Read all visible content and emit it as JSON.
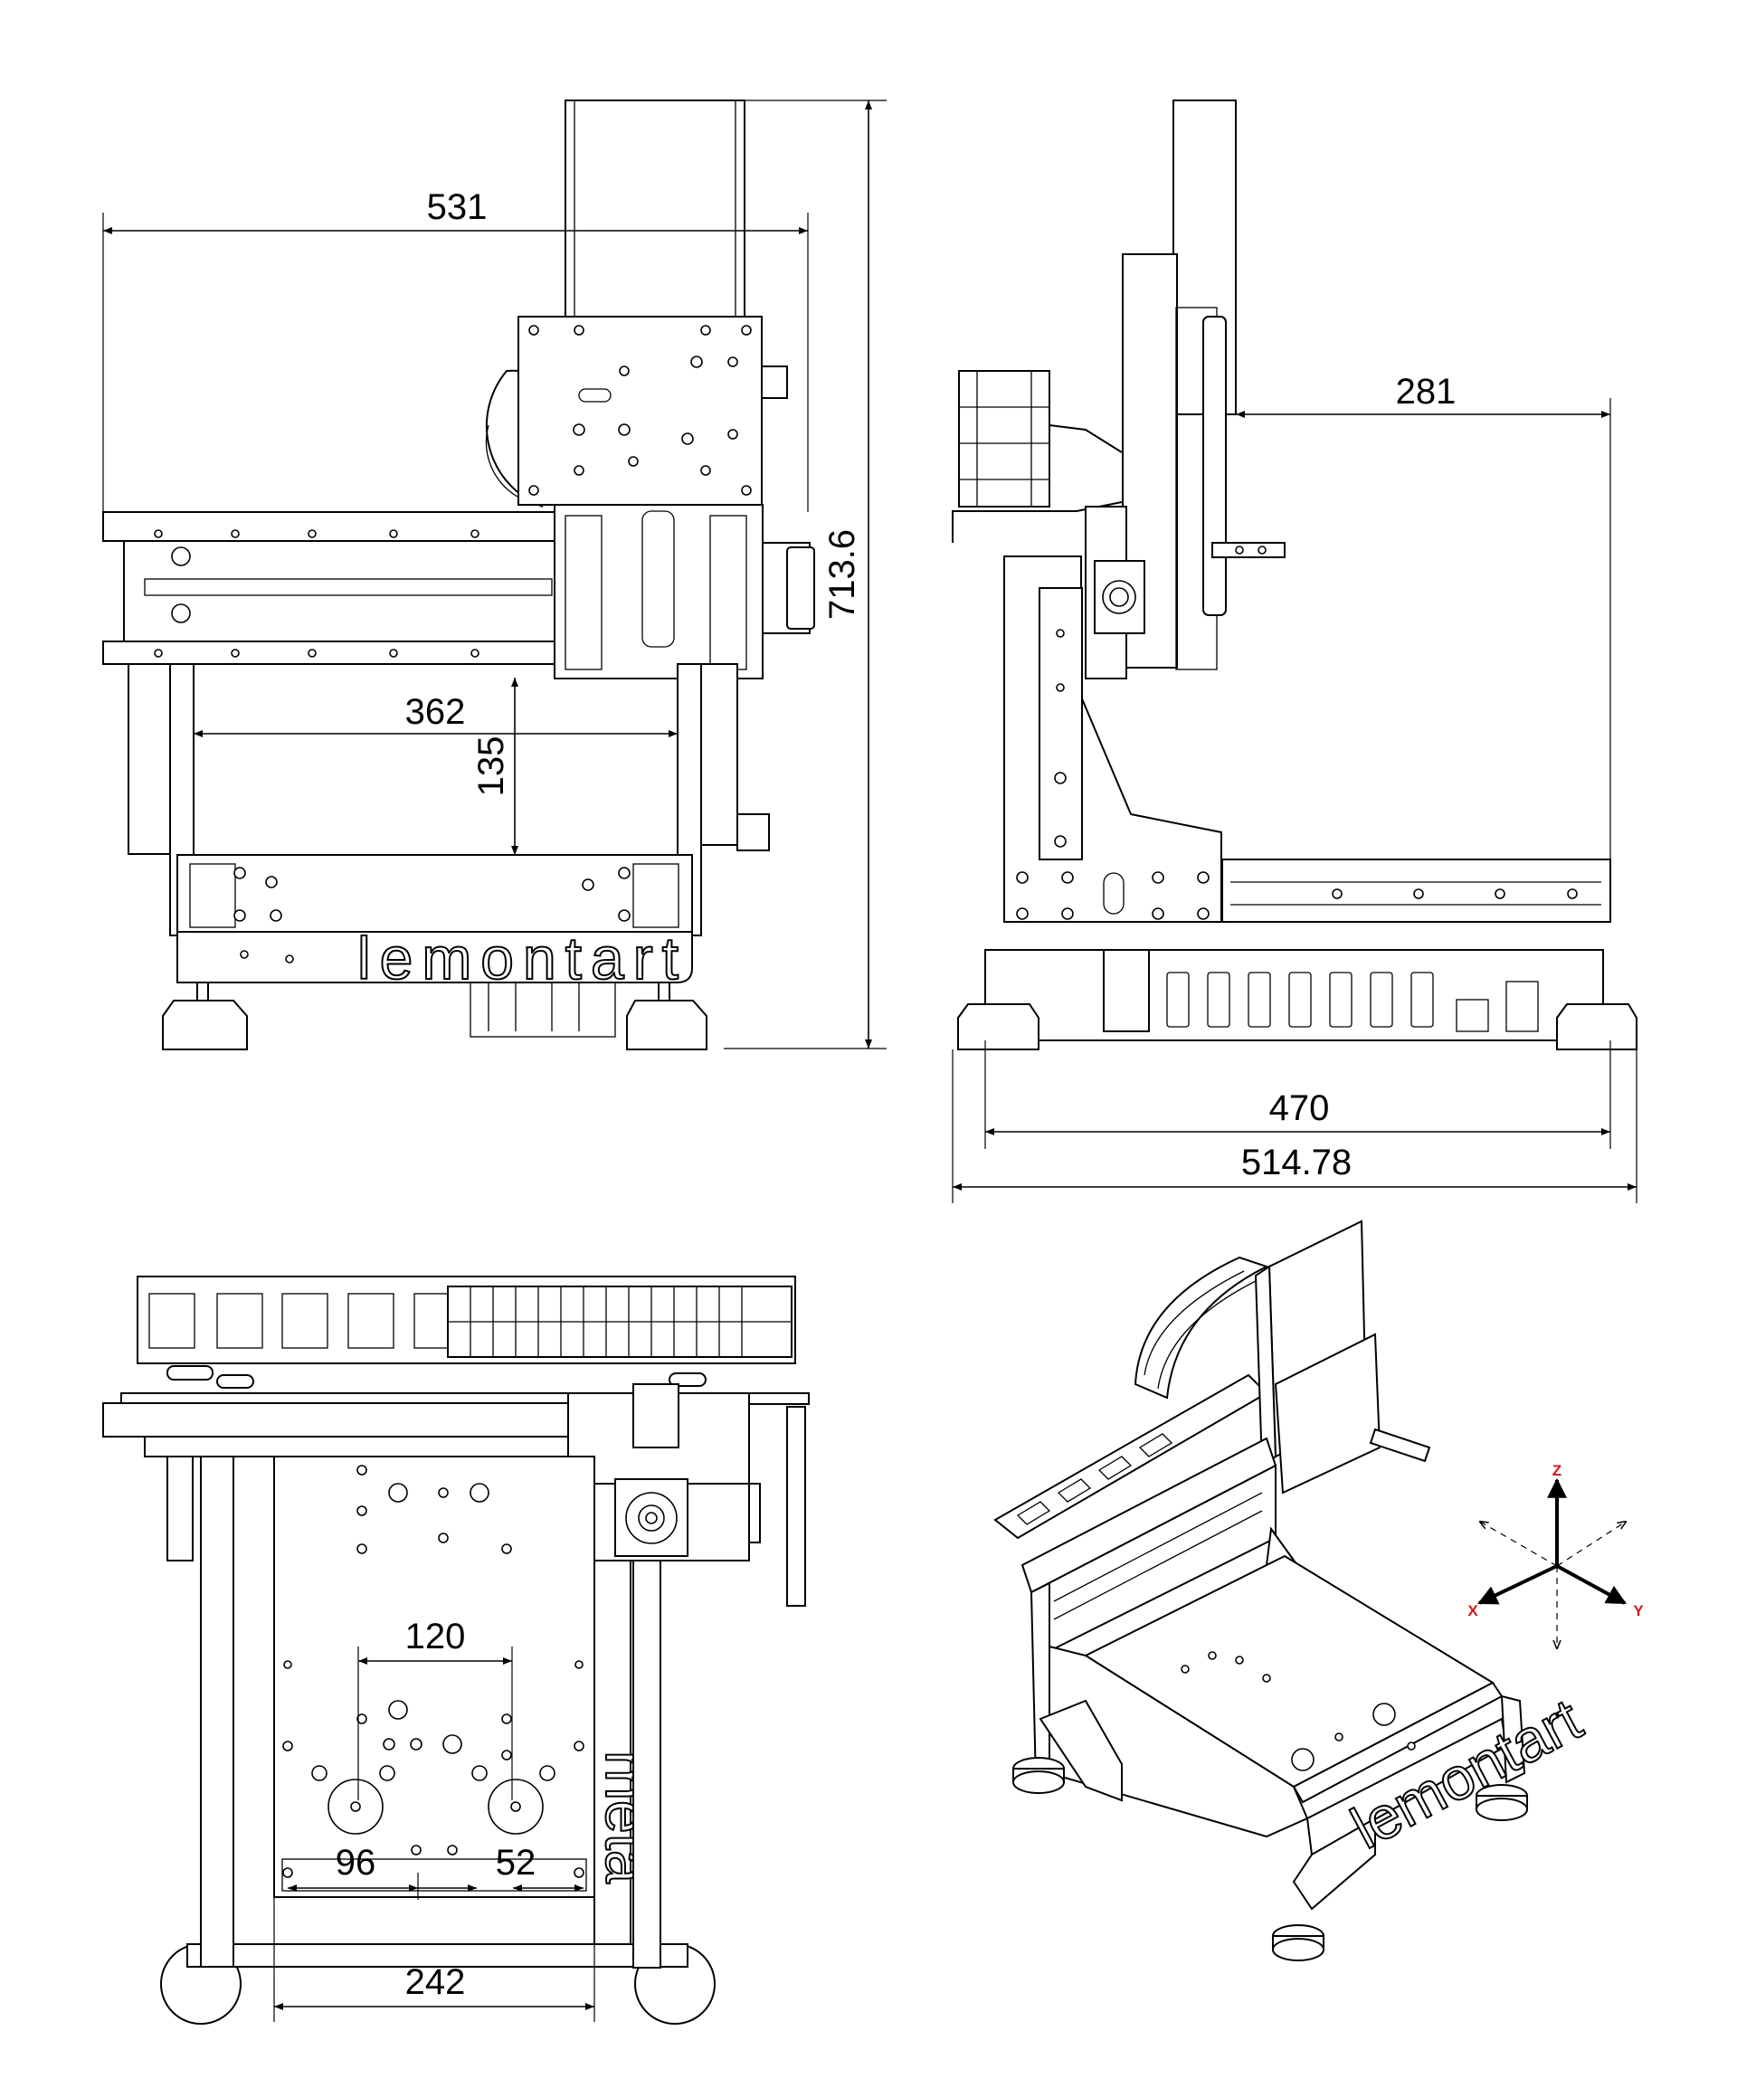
{
  "title": "Lemontart CNC machine dimension drawing",
  "brand": {
    "logo_text": "lemontart",
    "side_logo_text": "meta"
  },
  "front_view": {
    "overall_width": "531",
    "overall_height": "713.6",
    "inner_width": "362",
    "clearance_height": "135"
  },
  "side_view": {
    "column_offset": "281",
    "frame_depth": "470",
    "overall_depth": "514.78"
  },
  "top_view": {
    "spindle_spacing": "120",
    "left_offset": "96",
    "right_offset": "52",
    "bed_width": "242"
  },
  "axes": {
    "z_label": "Z",
    "x_label": "X",
    "y_label": "Y",
    "label_color": "#d0161b"
  }
}
